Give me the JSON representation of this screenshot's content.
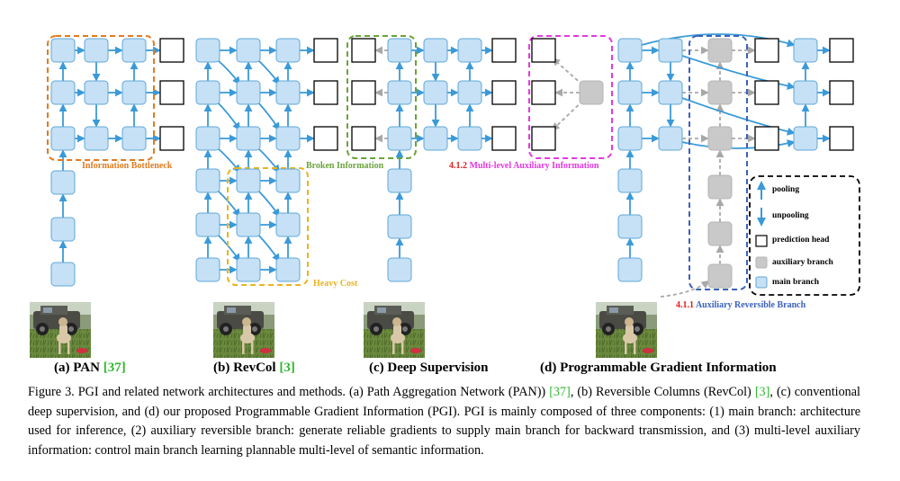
{
  "subfigures": [
    {
      "name": "(a) PAN",
      "ref": "[37]"
    },
    {
      "name": "(b) RevCol",
      "ref": "[3]"
    },
    {
      "name": "(c) Deep Supervision",
      "ref": ""
    },
    {
      "name": "(d) Programmable Gradient Information",
      "ref": ""
    }
  ],
  "annotations": {
    "information_bottleneck": "Information Bottleneck",
    "heavy_cost": "Heavy Cost",
    "broken_information": "Broken Information",
    "multilevel_num": "4.1.2",
    "multilevel_text": "Multi-level Auxiliary Information",
    "reversible_num": "4.1.1",
    "reversible_text": "Auxiliary Reversible Branch"
  },
  "legend": {
    "pooling": "pooling",
    "unpooling": "unpooling",
    "prediction_head": "prediction head",
    "auxiliary_branch": "auxiliary branch",
    "main_branch": "main branch"
  },
  "caption": {
    "p1": "Figure 3.  PGI and related network architectures and methods.  (a) Path Aggregation Network (PAN)) ",
    "r1": "[37]",
    "p2": ", (b) Reversible Columns (RevCol) ",
    "r2": "[3]",
    "p3": ", (c) conventional deep supervision, and (d) our proposed Programmable Gradient Information (PGI). PGI is mainly composed of three components: (1) main branch: architecture used for inference, (2) auxiliary reversible branch: generate reliable gradients to supply main branch for backward transmission, and (3) multi-level auxiliary information: control main branch learning plannable multi-level of semantic information."
  },
  "colors": {
    "block_fill": "#c6e0f5",
    "block_stroke": "#5fa8d9",
    "arrow": "#3a9ad9",
    "aux_fill": "#c9c9c9",
    "aux_arrow": "#a8a8a8",
    "orange": "#e07b20",
    "yellow": "#e8b420",
    "green": "#6aa33a",
    "magenta": "#e33ae0",
    "blue_dashed": "#3a62b8",
    "red": "#e02020"
  }
}
